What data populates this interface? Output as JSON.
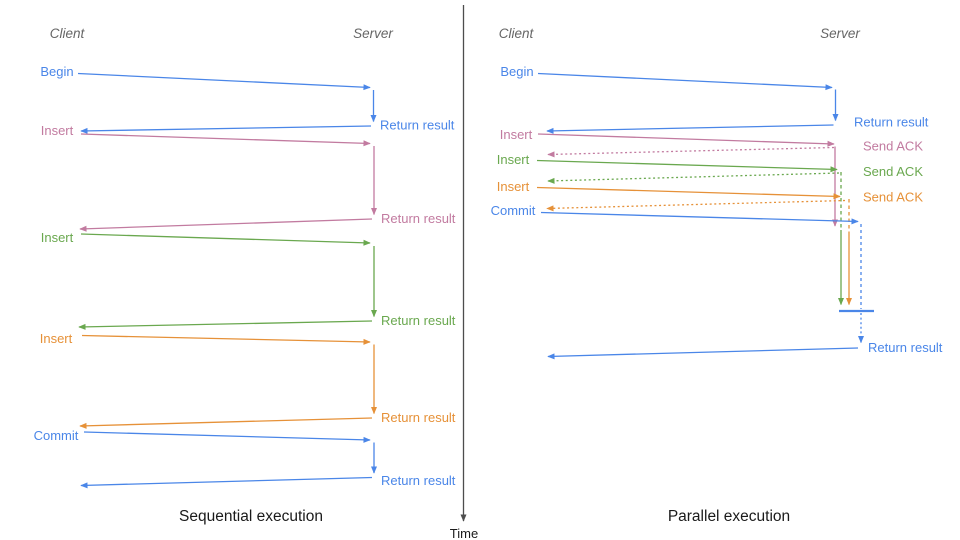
{
  "colors": {
    "blue": "#4a86e8",
    "pink": "#c27ba0",
    "green": "#6aa84f",
    "orange": "#e69138",
    "axis": "#4d4d4d",
    "header": "#666666",
    "caption": "#1a1a1a"
  },
  "left": {
    "title": "Sequential execution",
    "client_header": "Client",
    "server_header": "Server",
    "messages": [
      {
        "label": "Begin",
        "response_label": "Return result"
      },
      {
        "label": "Insert",
        "response_label": "Return result"
      },
      {
        "label": "Insert",
        "response_label": "Return result"
      },
      {
        "label": "Insert",
        "response_label": "Return result"
      },
      {
        "label": "Commit",
        "response_label": "Return result"
      }
    ]
  },
  "right": {
    "title": "Parallel execution",
    "client_header": "Client",
    "server_header": "Server",
    "messages": [
      {
        "label": "Begin",
        "response_label": "Return result"
      },
      {
        "label": "Insert",
        "response_label": "Send ACK"
      },
      {
        "label": "Insert",
        "response_label": "Send ACK"
      },
      {
        "label": "Insert",
        "response_label": "Send ACK"
      },
      {
        "label": "Commit",
        "response_label": "Return result"
      }
    ]
  },
  "time_axis": {
    "label": "Time"
  }
}
